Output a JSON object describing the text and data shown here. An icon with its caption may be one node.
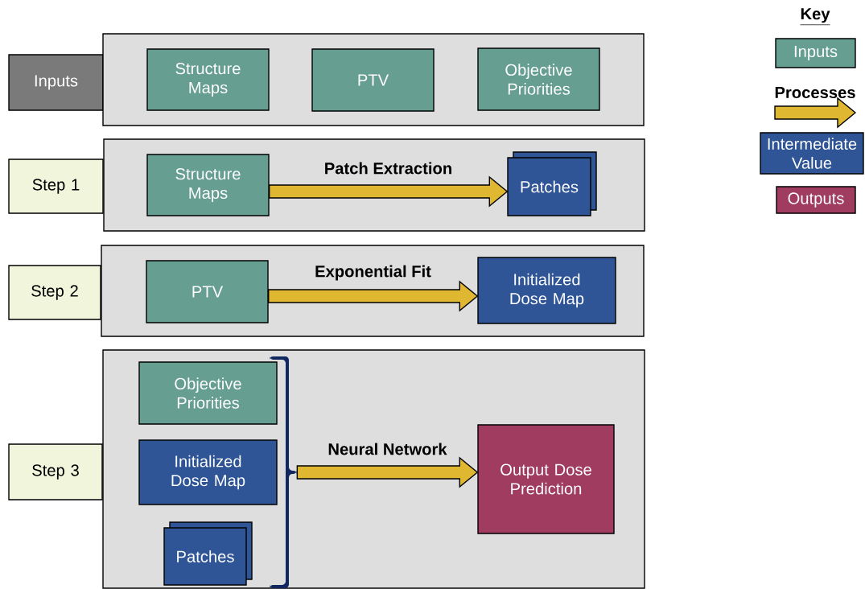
{
  "diagram": {
    "nodes": [
      {
        "text": [
          "Inputs"
        ]
      },
      {
        "text": [],
        "shape": "box"
      },
      {
        "text": [
          "Structure Maps"
        ],
        "in": 1
      },
      {
        "text": [
          "PTV"
        ],
        "in": 1
      },
      {
        "text": [
          "Objective Priorities"
        ],
        "in": 1
      },
      {
        "text": [
          "Step 1"
        ]
      },
      {
        "text": [],
        "shape": "box"
      },
      {
        "text": [
          "Structure Maps"
        ],
        "in": 6
      },
      {
        "text": [
          "Patches"
        ],
        "in": 6
      },
      {
        "text": [
          "Step 2"
        ]
      },
      {
        "text": [],
        "shape": "box"
      },
      {
        "text": [
          "PTV"
        ],
        "in": 10
      },
      {
        "text": [
          "Initialized Dose Map"
        ],
        "in": 10
      },
      {
        "text": [
          "Step 3"
        ]
      },
      {
        "text": [],
        "shape": "box"
      },
      {
        "text": [
          "Objective Priorities"
        ],
        "in": 14
      },
      {
        "text": [
          "Initialized Dose Map"
        ],
        "in": 14
      },
      {
        "text": [
          "Patches"
        ],
        "in": 14
      },
      {
        "text": [
          "Output Dose Prediction"
        ],
        "in": 14
      },
      {
        "text": [],
        "shape": "bracket",
        "in": 14
      }
    ],
    "edges": [
      {
        "from": 7,
        "to": 8,
        "arrow": "to",
        "label": "Patch Extraction"
      },
      {
        "from": 11,
        "to": 12,
        "arrow": "to",
        "label": "Exponential Fit"
      },
      {
        "from": 19,
        "to": 18,
        "arrow": "to",
        "label": "Neural Network"
      }
    ],
    "labels": [
      "Key"
    ],
    "legend": [
      {
        "text": "Inputs",
        "color": "#669e91"
      },
      {
        "text": "Processes"
      },
      {
        "text": "Intermediate Value",
        "color": "#2f5597"
      },
      {
        "text": "Outputs",
        "color": "#a03c5f"
      }
    ]
  }
}
